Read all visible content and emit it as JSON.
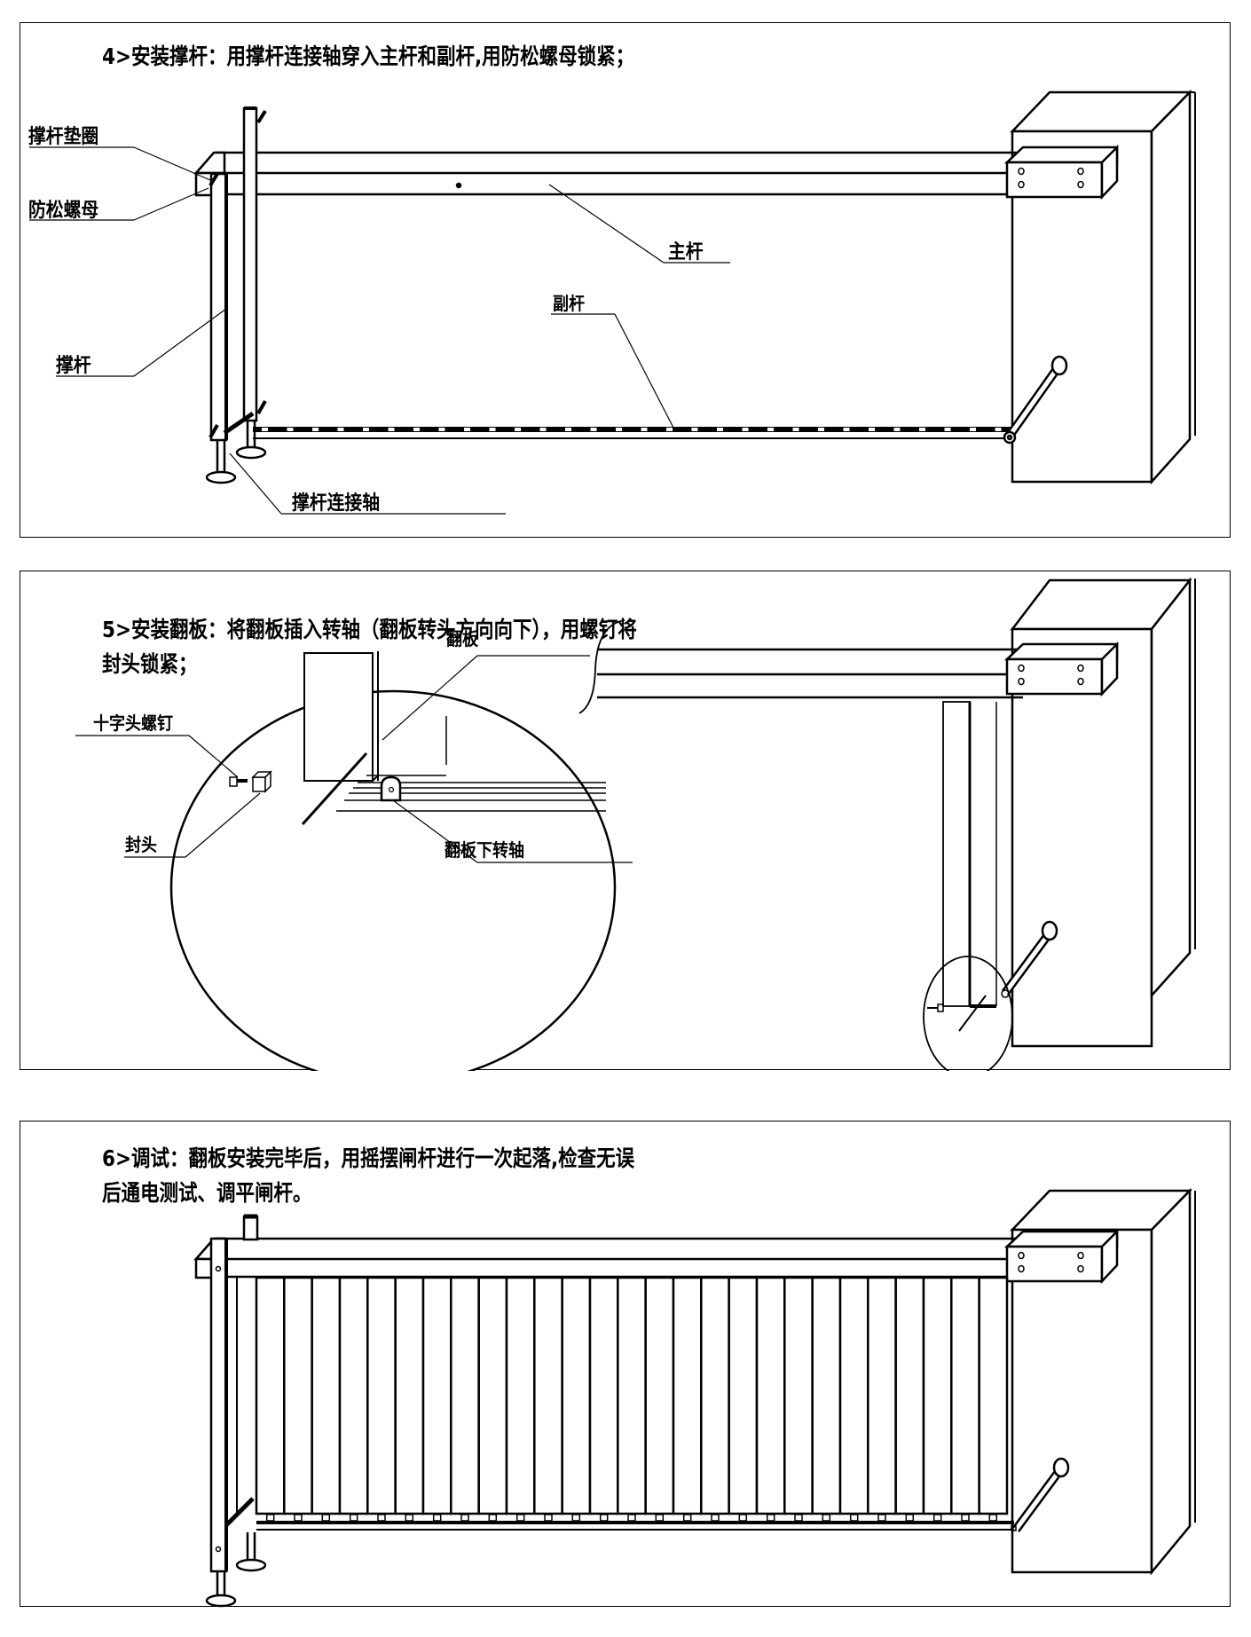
{
  "steps": [
    {
      "id": "step4",
      "instruction": "4>安装撑杆：用撑杆连接轴穿入主杆和副杆,用防松螺母锁紧；",
      "callouts": {
        "strut_washer": "撑杆垫圈",
        "lock_nut": "防松螺母",
        "strut": "撑杆",
        "strut_axle": "撑杆连接轴",
        "main_boom": "主杆",
        "sub_boom": "副杆"
      }
    },
    {
      "id": "step5",
      "instruction_line1": "5>安装翻板：将翻板插入转轴（翻板转头方向向下），用螺钉将",
      "instruction_line2": "封头锁紧；",
      "callouts": {
        "flap_panel": "翻板",
        "phillips_screw": "十字头螺钉",
        "end_cap": "封头",
        "flap_lower_pivot": "翻板下转轴"
      }
    },
    {
      "id": "step6",
      "instruction_line1": "6>调试：翻板安装完毕后，用摇摆闸杆进行一次起落,检查无误",
      "instruction_line2": "后通电测试、调平闸杆。",
      "flap_panel_count": 27
    }
  ],
  "colors": {
    "line": "#000000",
    "background": "#ffffff"
  }
}
